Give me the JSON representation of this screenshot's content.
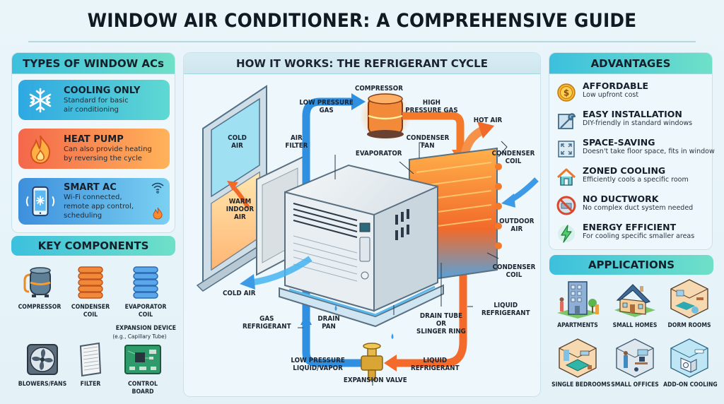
{
  "title": "WINDOW AIR CONDITIONER: A COMPREHENSIVE GUIDE",
  "types": {
    "heading": "TYPES OF WINDOW ACs",
    "items": [
      {
        "name": "COOLING ONLY",
        "desc_line1": "Standard for basic",
        "desc_line2": "air conditioning",
        "icon": "snowflake-icon",
        "color": "#2ea8e2"
      },
      {
        "name": "HEAT PUMP",
        "desc_line1": "Can also provide heating",
        "desc_line2": "by reversing the cycle",
        "icon": "flame-icon",
        "color": "#f4674b"
      },
      {
        "name": "SMART AC",
        "desc_line1": "Wi-Fi connected,",
        "desc_line2": "remote app control,",
        "desc_line3": "scheduling",
        "icon": "smartphone-icon",
        "color": "#3d8fdc"
      }
    ]
  },
  "components": {
    "heading": "KEY COMPONENTS",
    "items": [
      {
        "label": "COMPRESSOR",
        "icon": "compressor-icon"
      },
      {
        "label": "CONDENSER",
        "label2": "COIL",
        "icon": "condenser-coil-icon"
      },
      {
        "label": "EVAPORATOR",
        "label2": "COIL",
        "icon": "evaporator-coil-icon"
      },
      {
        "label": "BLOWERS/FANS",
        "icon": "fan-icon"
      },
      {
        "label": "FILTER",
        "icon": "filter-icon"
      },
      {
        "label": "CONTROL BOARD",
        "icon": "control-board-icon"
      }
    ],
    "expansion_label": "EXPANSION DEVICE",
    "expansion_sub": "(e.g., Capillary Tube)"
  },
  "diagram": {
    "heading": "HOW IT WORKS: THE REFRIGERANT CYCLE",
    "labels": {
      "compressor": "COMPRESSOR",
      "low_pressure_gas_1": "LOW PRESSURE",
      "low_pressure_gas_2": "GAS",
      "high_pressure_gas_1": "HIGH",
      "high_pressure_gas_2": "PRESSURE GAS",
      "hot_air": "HOT AIR",
      "cold_air_window_1": "COLD",
      "cold_air_window_2": "AIR",
      "air_filter_1": "AIR",
      "air_filter_2": "FILTER",
      "condenser_fan_1": "CONDENSER",
      "condenser_fan_2": "FAN",
      "evaporator": "EVAPORATOR",
      "condenser_coil_top_1": "CONDENSER",
      "condenser_coil_top_2": "COIL",
      "warm_indoor_air_1": "WARM",
      "warm_indoor_air_2": "INDOOR",
      "warm_indoor_air_3": "AIR",
      "outdoor_air_1": "OUTDOOR",
      "outdoor_air_2": "AIR",
      "condenser_coil_bottom_1": "CONDENSER",
      "condenser_coil_bottom_2": "COIL",
      "cold_air": "COLD AIR",
      "liquid_refrigerant_right_1": "LIQUID",
      "liquid_refrigerant_right_2": "REFRIGERANT",
      "gas_refrigerant_1": "GAS",
      "gas_refrigerant_2": "REFRIGERANT",
      "drain_pan_1": "DRAIN",
      "drain_pan_2": "PAN",
      "drain_tube_1": "DRAIN TUBE",
      "drain_tube_2": "OR",
      "drain_tube_3": "SLINGER RING",
      "low_pressure_liquid_1": "LOW PRESSURE",
      "low_pressure_liquid_2": "LIQUID/VAPOR",
      "liquid_refrigerant_bottom_1": "LIQUID",
      "liquid_refrigerant_bottom_2": "REFRIGERANT",
      "expansion_valve": "EXPANSION VALVE"
    },
    "colors": {
      "cold_line": "#2f8fe0",
      "hot_line": "#f47a2a",
      "valve": "#d9a635"
    }
  },
  "advantages": {
    "heading": "ADVANTAGES",
    "items": [
      {
        "name": "AFFORDABLE",
        "desc": "Low upfront cost",
        "icon": "dollar-coin-icon"
      },
      {
        "name": "EASY INSTALLATION",
        "desc": "DIY-friendly in standard windows",
        "icon": "wrench-window-icon"
      },
      {
        "name": "SPACE-SAVING",
        "desc": "Doesn't take floor space, fits in window",
        "icon": "expand-arrows-icon"
      },
      {
        "name": "ZONED COOLING",
        "desc": "Efficiently cools a specific room",
        "icon": "house-icon"
      },
      {
        "name": "NO DUCTWORK",
        "desc": "No complex duct system needed",
        "icon": "no-duct-icon"
      },
      {
        "name": "ENERGY EFFICIENT",
        "desc": "For cooling specific smaller areas",
        "icon": "lightning-icon"
      }
    ]
  },
  "applications": {
    "heading": "APPLICATIONS",
    "items": [
      {
        "label": "APARTMENTS",
        "icon": "apartment-building-icon"
      },
      {
        "label": "SMALL HOMES",
        "icon": "small-home-icon"
      },
      {
        "label": "DORM ROOMS",
        "icon": "dorm-room-icon"
      },
      {
        "label": "SINGLE BEDROOMS",
        "icon": "bedroom-icon"
      },
      {
        "label": "SMALL OFFICES",
        "icon": "office-icon"
      },
      {
        "label": "ADD-ON COOLING",
        "icon": "add-on-cooling-icon"
      }
    ]
  }
}
